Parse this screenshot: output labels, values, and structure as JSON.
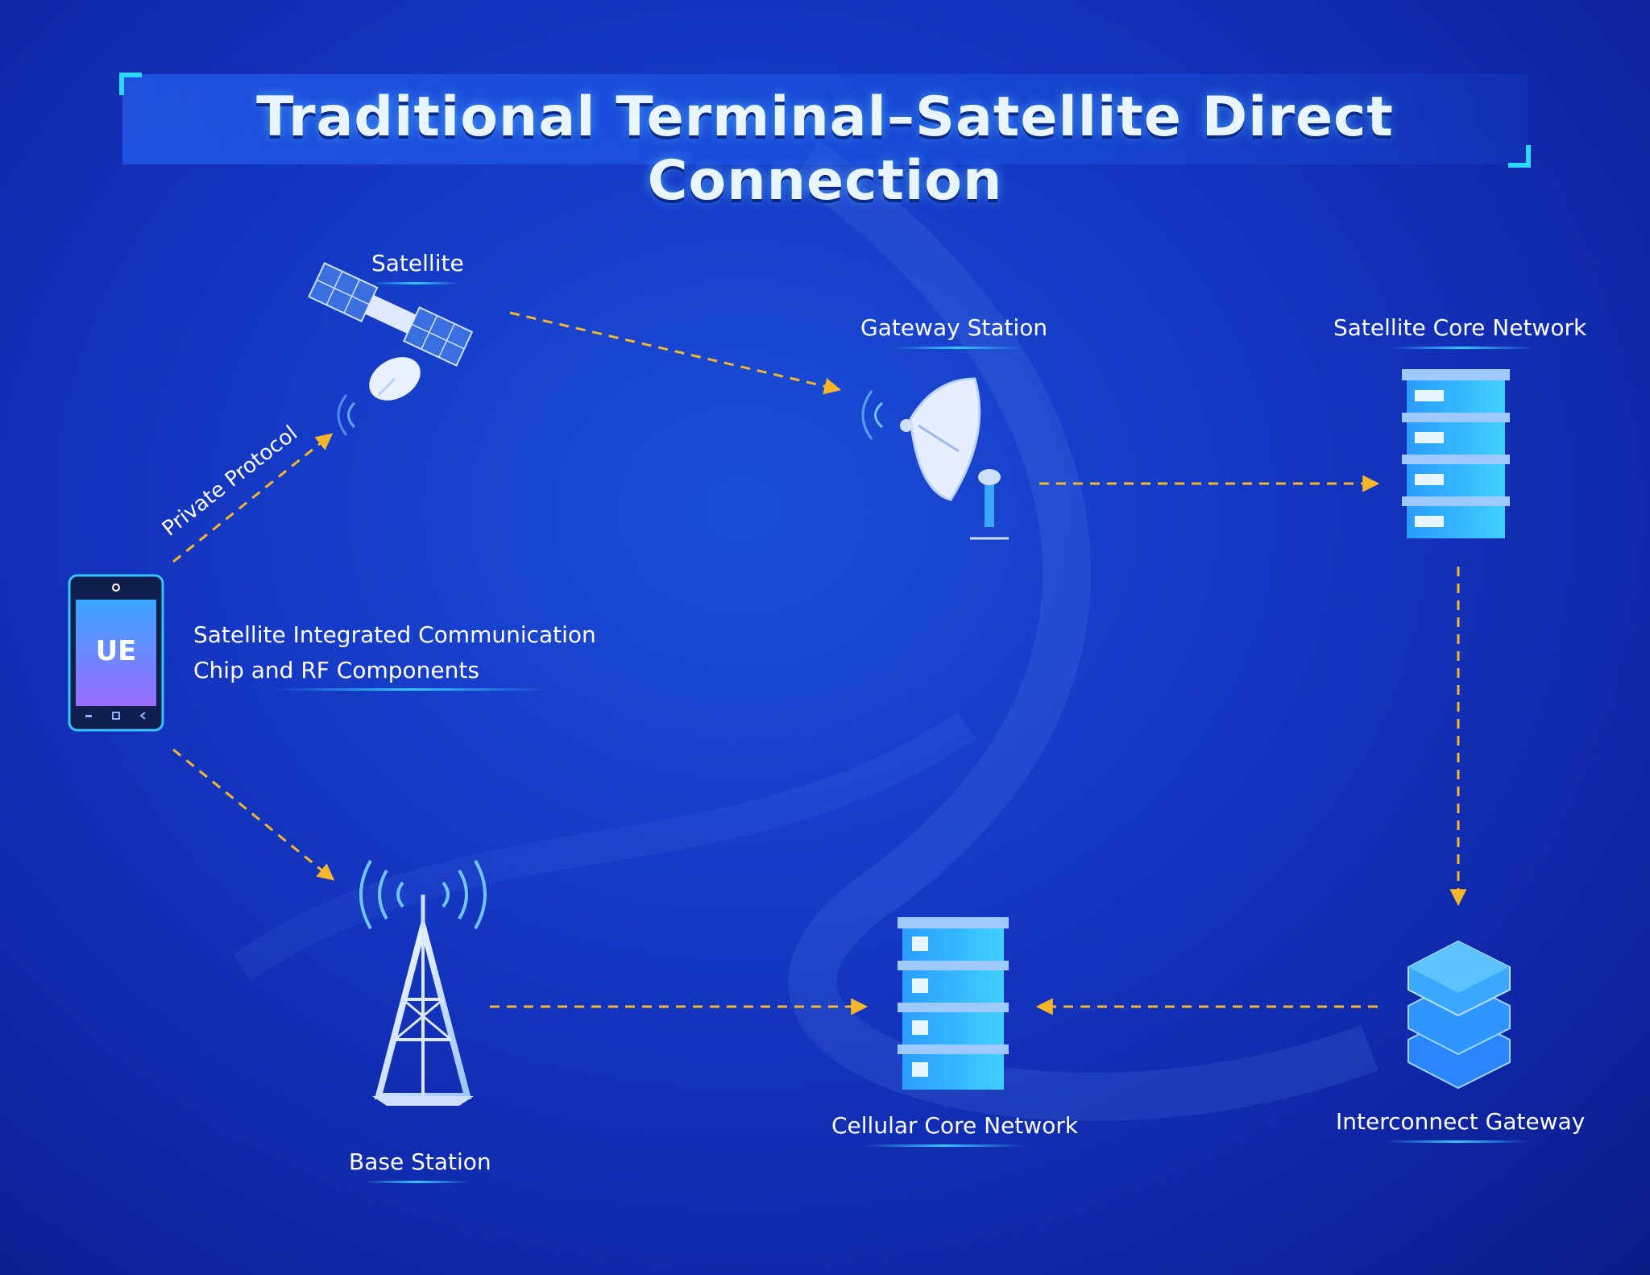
{
  "title": "Traditional Terminal–Satellite Direct Connection",
  "nodes": {
    "ue": {
      "label": "UE"
    },
    "satellite": {
      "label": "Satellite"
    },
    "gateway_station": {
      "label": "Gateway Station"
    },
    "satellite_core_network": {
      "label": "Satellite Core Network"
    },
    "interconnect_gateway": {
      "label": "Interconnect Gateway"
    },
    "cellular_core_network": {
      "label": "Cellular Core Network"
    },
    "base_station": {
      "label": "Base Station"
    }
  },
  "ue_description": {
    "line1": "Satellite Integrated Communication",
    "line2": "Chip and RF Components"
  },
  "links": {
    "ue_to_satellite": {
      "label": "Private Protocol"
    }
  },
  "colors": {
    "accent": "#2fd6ff",
    "arrow": "#f6b52a",
    "background": "#1438c4"
  }
}
